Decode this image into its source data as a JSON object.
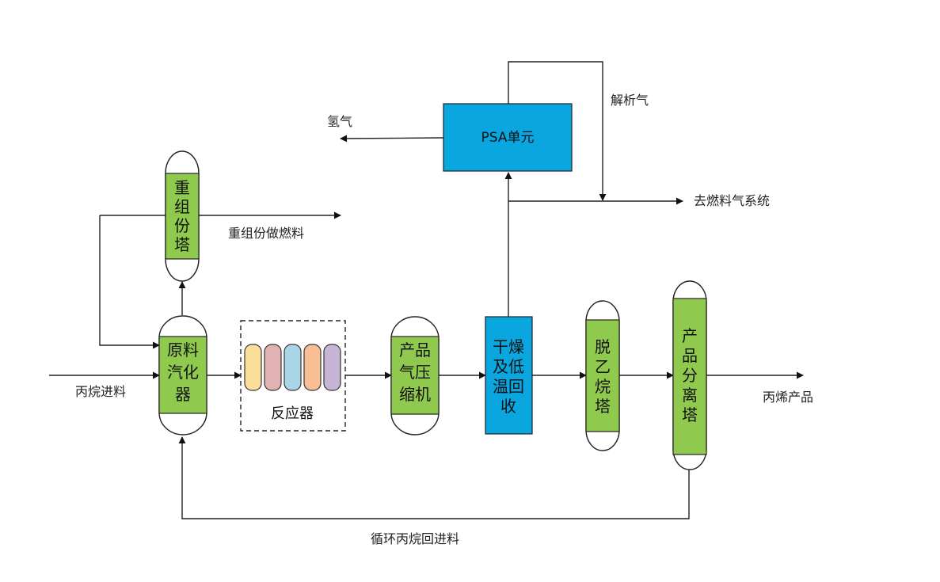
{
  "colors": {
    "vessel_green": "#8fca4e",
    "unit_blue": "#0aa6e0",
    "reactor_tubes": [
      "#fadf9a",
      "#e2b1b1",
      "#a9d6e6",
      "#f8bf95",
      "#c7b5d6"
    ]
  },
  "units": {
    "heavy_column": [
      "重",
      "组",
      "份",
      "塔"
    ],
    "feed_vaporizer": [
      "原料",
      "汽化",
      "器"
    ],
    "reactor": "反应器",
    "compressor": [
      "产品",
      "气压",
      "缩机"
    ],
    "dryer": [
      "干燥",
      "及低",
      "温回",
      "收"
    ],
    "deethanizer": [
      "脱",
      "乙",
      "烷",
      "塔"
    ],
    "splitter": [
      "产",
      "品",
      "分",
      "离",
      "塔"
    ],
    "psa": "PSA单元"
  },
  "streams": {
    "propane_feed": "丙烷进料",
    "heavy_fuel": "重组份做燃料",
    "hydrogen": "氢气",
    "desorption_gas": "解析气",
    "to_fuel_gas": "去燃料气系统",
    "propylene_product": "丙烯产品",
    "recycle_propane": "循环丙烷回进料"
  }
}
